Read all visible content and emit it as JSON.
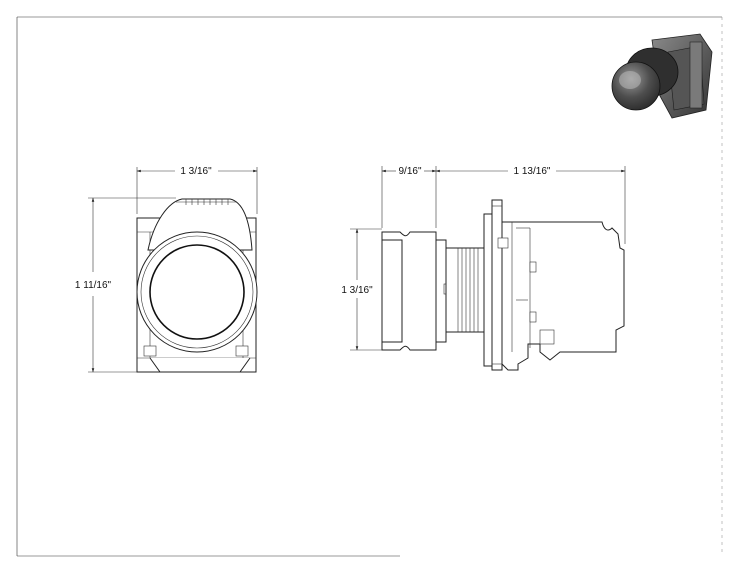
{
  "dimensions": {
    "front_width": "1 3/16\"",
    "front_height": "1 11/16\"",
    "side_cap_depth": "9/16\"",
    "side_body_depth": "1 13/16\"",
    "side_height": "1 3/16\""
  },
  "colors": {
    "line": "#222222",
    "background": "#ffffff",
    "photo_dark": "#3a3a3a",
    "photo_mid": "#6e6e6e",
    "photo_light": "#b9b9b9"
  }
}
